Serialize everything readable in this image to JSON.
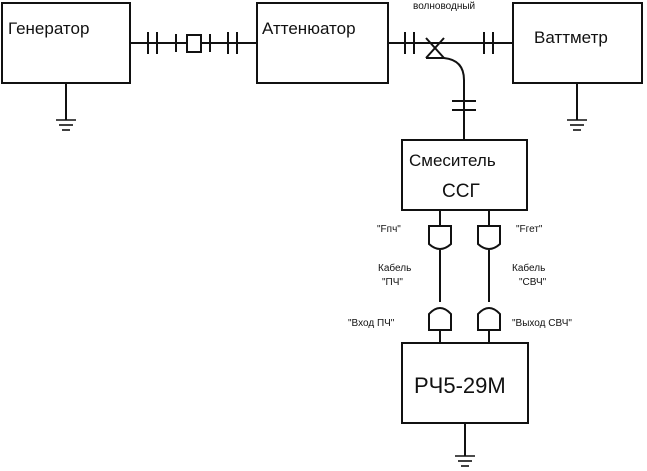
{
  "blocks": {
    "generator": "Генератор",
    "attenuator": "Аттенюатор",
    "wattmeter": "Ваттметр",
    "mixer_line1": "Смеситель",
    "mixer_line2": "ССГ",
    "rch": "РЧ5-29М"
  },
  "labels": {
    "waveguide": "волноводный",
    "f_pch": "\"Fпч\"",
    "f_get": "\"Fгет\"",
    "cable_pch_line1": "Кабель",
    "cable_pch_line2": "\"ПЧ\"",
    "cable_svch_line1": "Кабель",
    "cable_svch_line2": "\"СВЧ\"",
    "vhod_pch": "\"Вход ПЧ\"",
    "vyhod_svch": "\"Выход СВЧ\""
  }
}
